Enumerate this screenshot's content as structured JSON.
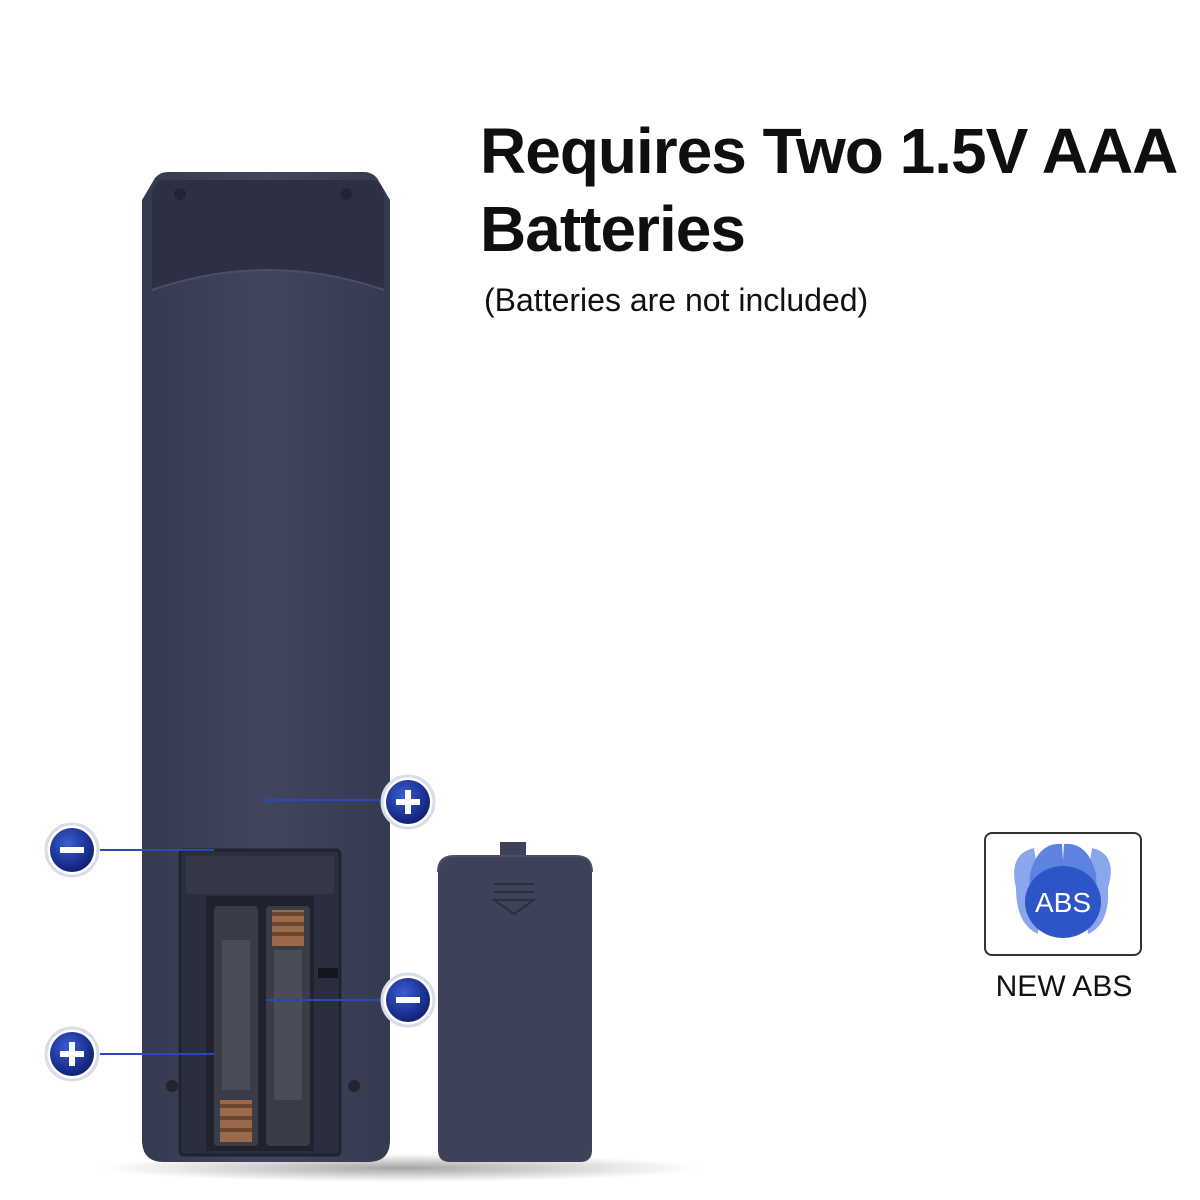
{
  "heading": {
    "line1": "Requires Two 1.5V AAA",
    "line2": "Batteries"
  },
  "subheading": "(Batteries are not included)",
  "badge": {
    "label": "ABS",
    "caption": "NEW ABS"
  },
  "polarity": {
    "plus": "+",
    "minus": "−"
  },
  "colors": {
    "remote_body": "#3b4057",
    "remote_dark": "#2b2f40",
    "marker_blue": "#1f3aa0",
    "badge_blue": "#3b66d6"
  },
  "icons": [
    "plus-marker-icon",
    "minus-marker-icon",
    "abs-petal-icon"
  ]
}
